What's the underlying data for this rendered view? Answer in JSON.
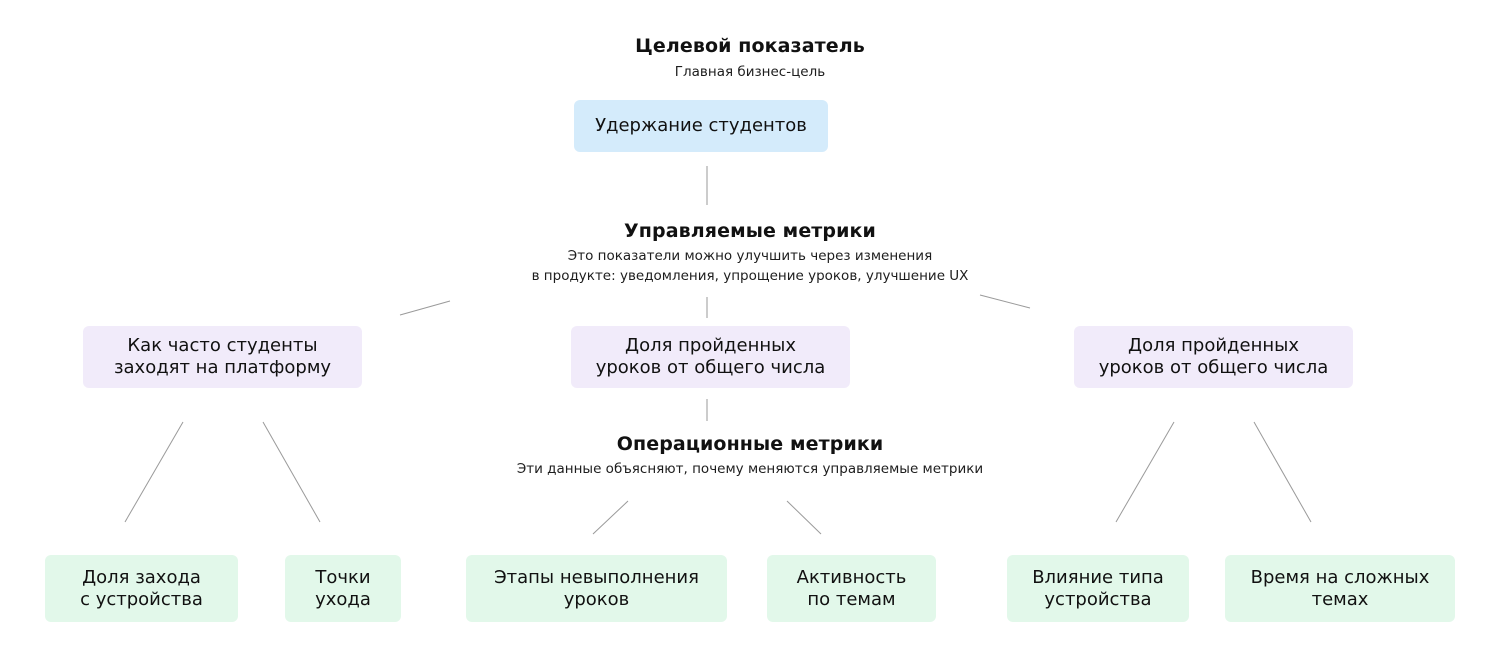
{
  "colors": {
    "top_node": "#d4ebfb",
    "middle_node": "#f1ebfa",
    "bottom_node": "#e2f8ea",
    "edge": "#9a9a9a"
  },
  "target": {
    "heading": "Целевой показатель",
    "caption": "Главная бизнес-цель",
    "node": "Удержание студентов"
  },
  "managed": {
    "heading": "Управляемые метрики",
    "caption_line1": "Это показатели можно улучшить через изменения",
    "caption_line2": "в продукте: уведомления, упрощение уроков, улучшение UX",
    "nodes": [
      "Как часто студенты\nзаходят на платформу",
      "Доля пройденных\nуроков от общего числа",
      "Доля пройденных\nуроков от общего числа"
    ]
  },
  "operational": {
    "heading": "Операционные метрики",
    "caption": "Эти данные объясняют, почему меняются управляемые метрики",
    "nodes": [
      "Доля захода\nс устройства",
      "Точки\nухода",
      "Этапы невыполнения\nуроков",
      "Активность\nпо темам",
      "Влияние типа\nустройства",
      "Время на сложных\nтемах"
    ]
  }
}
